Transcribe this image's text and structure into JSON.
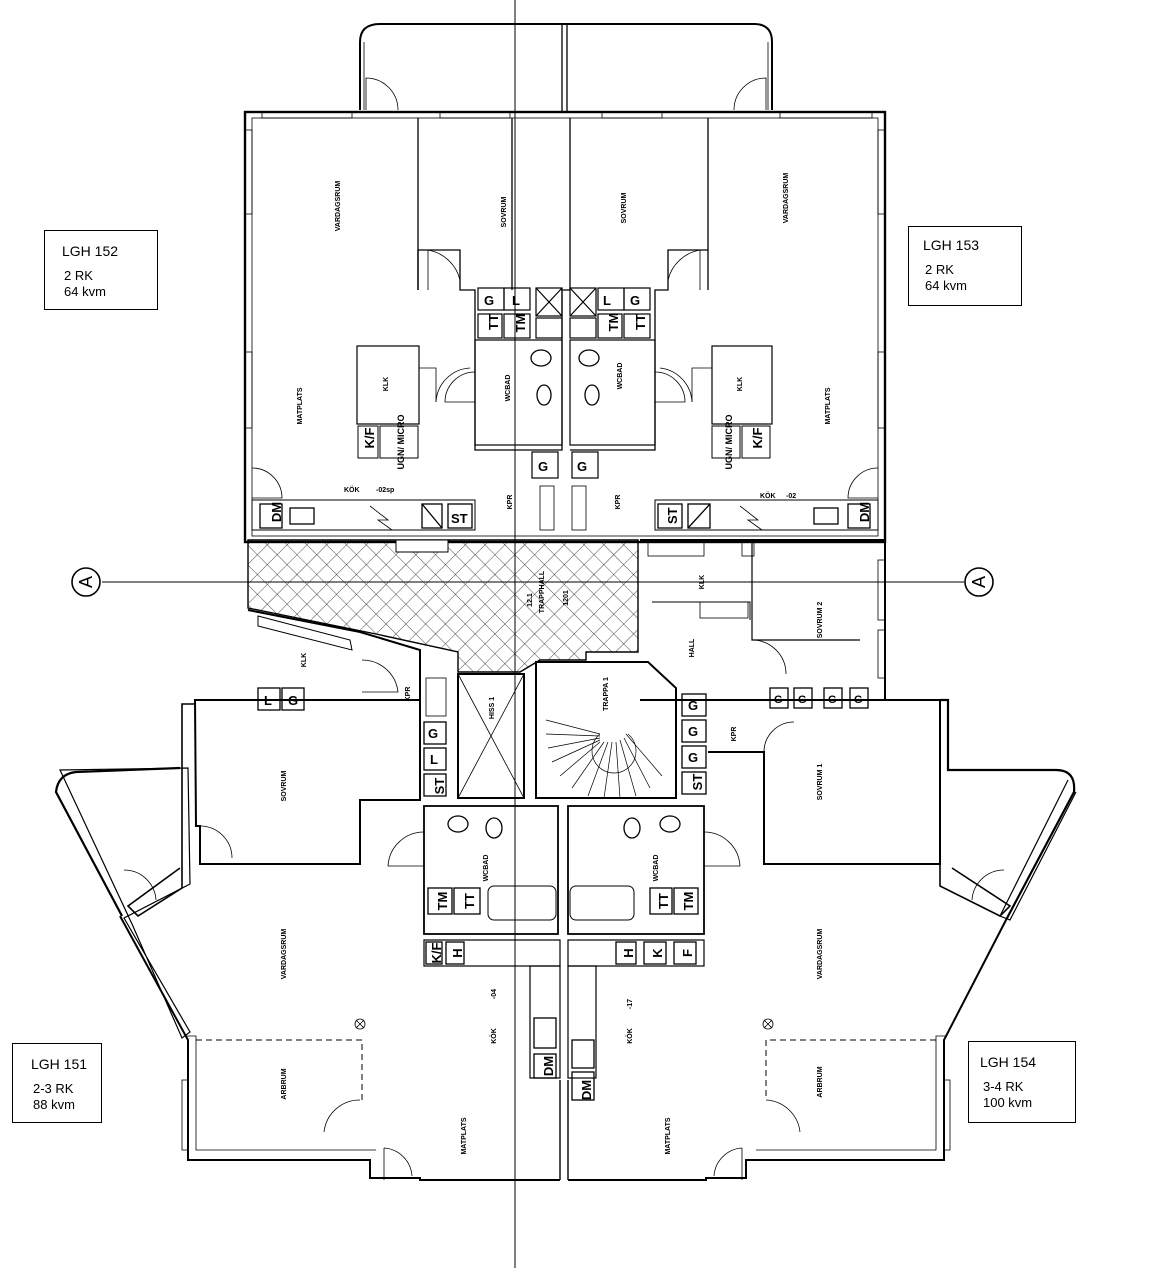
{
  "apartments": [
    {
      "id": "lgh152",
      "name": "LGH 152",
      "rooms": "2 RK",
      "area": "64 kvm"
    },
    {
      "id": "lgh153",
      "name": "LGH 153",
      "rooms": "2 RK",
      "area": "64 kvm"
    },
    {
      "id": "lgh151",
      "name": "LGH 151",
      "rooms": "2-3 RK",
      "area": "88 kvm"
    },
    {
      "id": "lgh154",
      "name": "LGH 154",
      "rooms": "3-4 RK",
      "area": "100 kvm"
    }
  ],
  "section_marker": "A",
  "rooms": {
    "vardagsrum": "VARDAGSRUM",
    "sovrum": "SOVRUM",
    "sovrum_1": "SOVRUM 1",
    "sovrum_2": "SOVRUM 2",
    "matplats": "MATPLATS",
    "klk": "KLK",
    "wcbad": "WCBAD",
    "kpr": "KPR",
    "hall": "HALL",
    "arbrum": "ARBRUM",
    "trapphall": "TRAPPHALL",
    "trapphall_code": "1201",
    "trapphall_area": "12.1",
    "trappa": "TRAPPA 1",
    "hiss": "HISS 1"
  },
  "kitchens": {
    "kok_152": "KÖK",
    "kok_152_code": "-02sp",
    "kok_153": "KÖK",
    "kok_153_code": "-02",
    "kok_151": "KÖK",
    "kok_151_code": "-04",
    "kok_154": "KÖK",
    "kok_154_code": "-17"
  },
  "fixtures": {
    "g": "G",
    "l": "L",
    "tt": "TT",
    "tm": "TM",
    "st": "ST",
    "dm": "DM",
    "kf": "K/F",
    "ugn_micro": "UGN/\nMICRO",
    "h": "H",
    "k": "K",
    "f": "F"
  }
}
